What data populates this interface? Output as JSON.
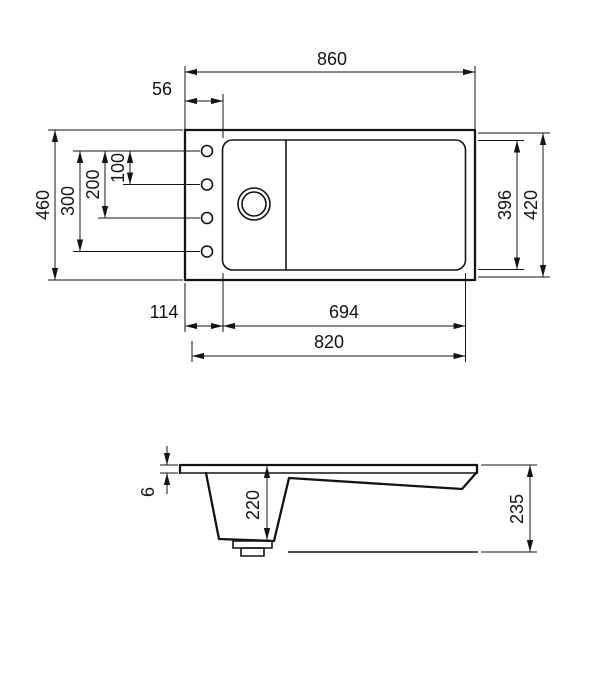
{
  "page": {
    "background_color": "#ffffff",
    "line_color": "#141414"
  },
  "plan_view": {
    "dimensions": {
      "overall_width": "860",
      "tap_hole_offset": "56",
      "overall_depth": "460",
      "tap_span_outer": "300",
      "tap_span_mid": "200",
      "tap_span_inner": "100",
      "basin_cutout_depth": "396",
      "rim_depth": "420",
      "edge_to_basin": "114",
      "basin_width": "694",
      "inner_width": "820"
    }
  },
  "section_view": {
    "dimensions": {
      "rim_thickness": "6",
      "bowl_depth": "220",
      "overall_height": "235"
    }
  }
}
